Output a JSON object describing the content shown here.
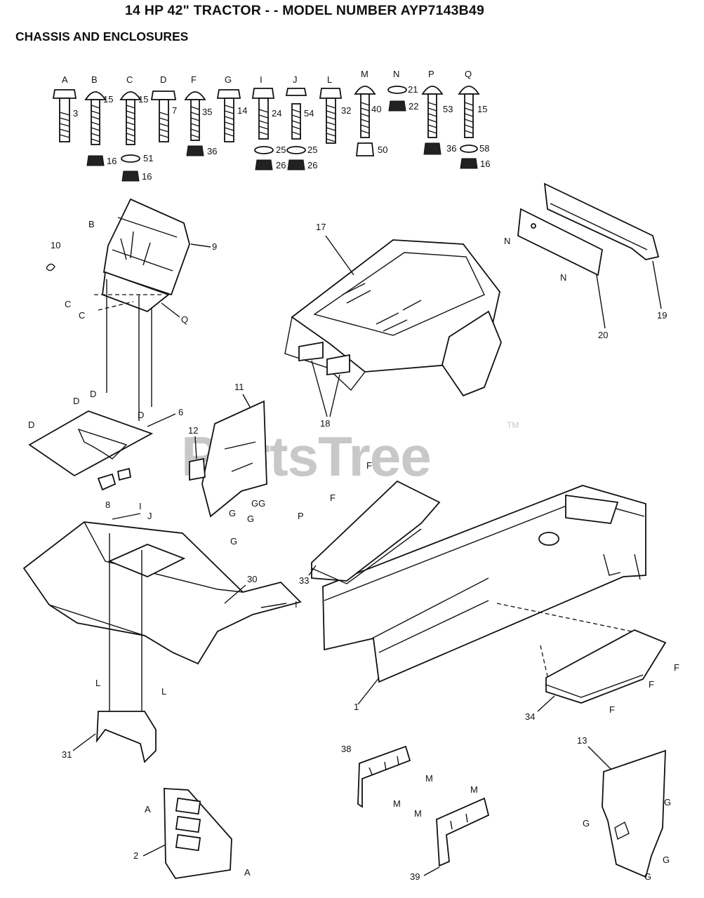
{
  "header": {
    "title": "14 HP 42\" TRACTOR - - MODEL NUMBER AYP7143B49",
    "subtitle": "CHASSIS AND ENCLOSURES"
  },
  "watermark": {
    "text": "PartsTree",
    "tm": "TM"
  },
  "hardware": [
    {
      "letter": "A",
      "nums": [
        "3"
      ]
    },
    {
      "letter": "B",
      "nums": [
        "15",
        "16"
      ]
    },
    {
      "letter": "C",
      "nums": [
        "15",
        "51",
        "16"
      ]
    },
    {
      "letter": "D",
      "nums": [
        "7"
      ]
    },
    {
      "letter": "F",
      "nums": [
        "35",
        "36"
      ]
    },
    {
      "letter": "G",
      "nums": [
        "14"
      ]
    },
    {
      "letter": "I",
      "nums": [
        "24",
        "25",
        "26"
      ]
    },
    {
      "letter": "J",
      "nums": [
        "54",
        "25",
        "26"
      ]
    },
    {
      "letter": "L",
      "nums": [
        "32"
      ]
    },
    {
      "letter": "M",
      "nums": [
        "40",
        "50"
      ]
    },
    {
      "letter": "N",
      "nums": [
        "21",
        "22"
      ]
    },
    {
      "letter": "P",
      "nums": [
        "53",
        "36"
      ]
    },
    {
      "letter": "Q",
      "nums": [
        "15",
        "58",
        "16"
      ]
    }
  ],
  "callouts": {
    "p1": "1",
    "p2": "2",
    "p6": "6",
    "p8": "8",
    "p9": "9",
    "p10": "10",
    "p11": "11",
    "p12": "12",
    "p13": "13",
    "p17": "17",
    "p18": "18",
    "p19": "19",
    "p20": "20",
    "p30": "30",
    "p31": "31",
    "p33": "33",
    "p34": "34",
    "p38": "38",
    "p39": "39"
  },
  "letters": {
    "A": "A",
    "B": "B",
    "C": "C",
    "D": "D",
    "F": "F",
    "G": "G",
    "GG": "GG",
    "I": "I",
    "J": "J",
    "L": "L",
    "M": "M",
    "N": "N",
    "P": "P",
    "Q": "Q"
  }
}
